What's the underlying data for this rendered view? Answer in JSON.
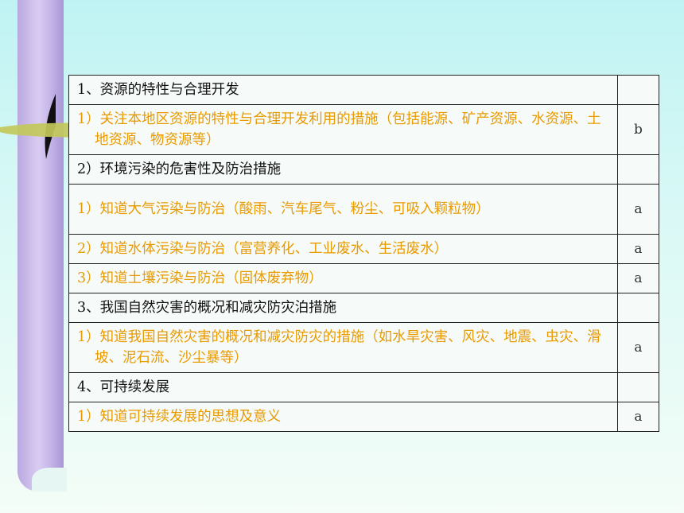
{
  "colors": {
    "background": "#c8f4f2",
    "scroll": "#c6b6e8",
    "header_text": "#111111",
    "item_text": "#e89a00",
    "level_text": "#333333",
    "accent_line": "#c2c85a"
  },
  "rows": [
    {
      "kind": "head",
      "text": "1、资源的特性与合理开发",
      "level": ""
    },
    {
      "kind": "item",
      "text": "1）关注本地区资源的特性与合理开发利用的措施（包括能源、矿产资源、水资源、土地资源、物资源等）",
      "level": "b"
    },
    {
      "kind": "head",
      "text": "2）环境污染的危害性及防治措施",
      "level": ""
    },
    {
      "kind": "item",
      "text": "1）知道大气污染与防治（酸雨、汽车尾气、粉尘、可吸入颗粒物）",
      "level": "a"
    },
    {
      "kind": "item",
      "text": "2）知道水体污染与防治（富营养化、工业废水、生活废水）",
      "level": "a"
    },
    {
      "kind": "item",
      "text": "3）知道土壤污染与防治（固体废弃物）",
      "level": "a"
    },
    {
      "kind": "head",
      "text": "3、我国自然灾害的概况和减灾防灾泊措施",
      "level": ""
    },
    {
      "kind": "item",
      "text": "1）知道我国自然灾害的概况和减灾防灾的措施（如水旱灾害、风灾、地震、虫灾、滑坡、泥石流、沙尘暴等）",
      "level": "a"
    },
    {
      "kind": "head",
      "text": "4、可持续发展",
      "level": ""
    },
    {
      "kind": "item",
      "text": "1）知道可持续发展的思想及意义",
      "level": "a"
    }
  ]
}
